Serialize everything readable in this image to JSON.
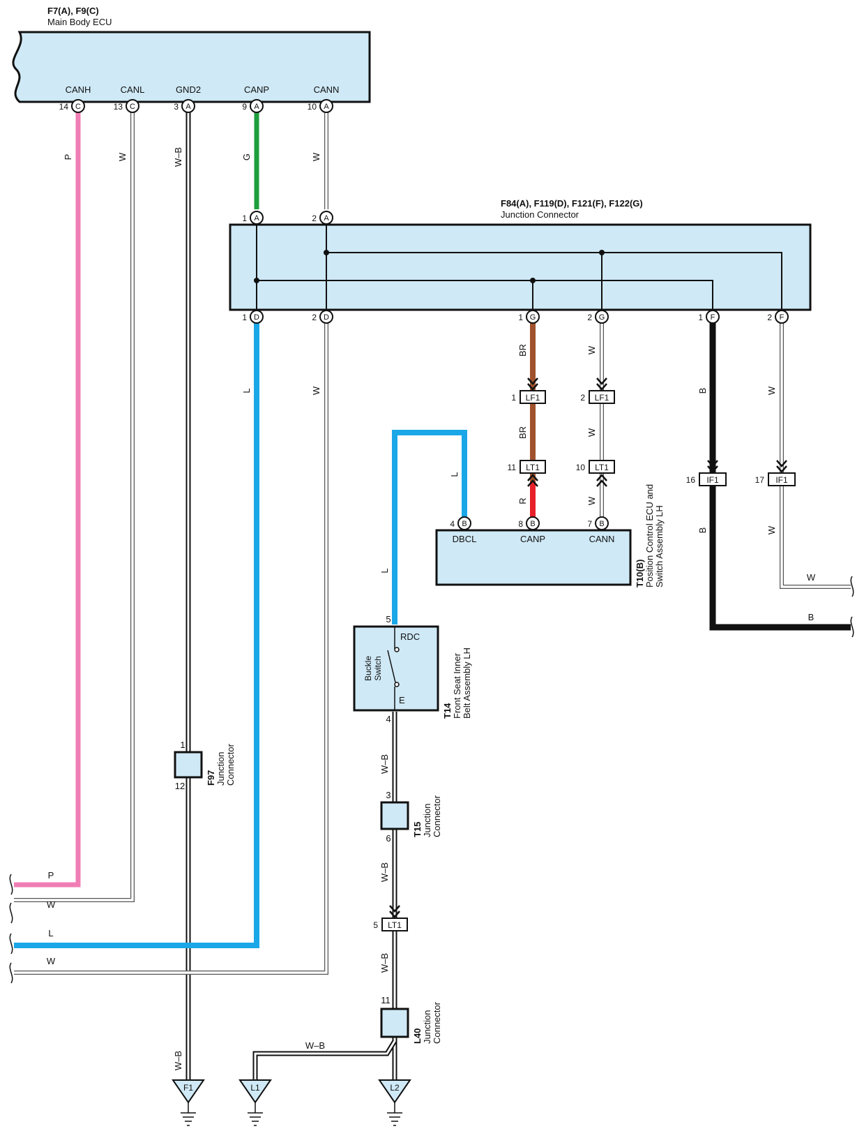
{
  "ecu": {
    "code": "F7(A), F9(C)",
    "name": "Main Body ECU",
    "pins": [
      "CANH",
      "CANL",
      "GND2",
      "CANP",
      "CANN"
    ],
    "pin_numbers": [
      "14",
      "13",
      "3",
      "9",
      "10"
    ],
    "pin_letters": [
      "C",
      "C",
      "A",
      "A",
      "A"
    ]
  },
  "junction": {
    "code": "F84(A), F119(D), F121(F), F122(G)",
    "name": "Junction Connector",
    "top_numbers": [
      "1",
      "2"
    ],
    "top_letters": [
      "A",
      "A"
    ],
    "bottom_numbers": [
      "1",
      "2",
      "1",
      "2",
      "1",
      "2"
    ],
    "bottom_letters": [
      "D",
      "D",
      "G",
      "G",
      "F",
      "F"
    ]
  },
  "wires": {
    "canh": "P",
    "canl": "W",
    "gnd": "W–B",
    "canp": "G",
    "cann": "W",
    "d1": "L",
    "d2": "W",
    "g1": "BR",
    "g1b": "BR",
    "g1c": "R",
    "g2": "W",
    "g2b": "W",
    "g2c": "W",
    "f1": "B",
    "f1b": "B",
    "f2": "W",
    "f2b": "W",
    "b4": "L",
    "b4b": "L",
    "t14_out": "W–B",
    "t15_out": "W–B",
    "lt1_out": "W–B",
    "f97_out": "W–B",
    "l1_link": "W–B",
    "right_w": "W",
    "right_b": "B",
    "left_p": "P",
    "left_w1": "W",
    "left_l": "L",
    "left_w2": "W"
  },
  "inline_connectors": {
    "lf1_1": {
      "num": "1",
      "name": "LF1"
    },
    "lf1_2": {
      "num": "2",
      "name": "LF1"
    },
    "lt1_11": {
      "num": "11",
      "name": "LT1"
    },
    "lt1_10": {
      "num": "10",
      "name": "LT1"
    },
    "if1_16": {
      "num": "16",
      "name": "IF1"
    },
    "if1_17": {
      "num": "17",
      "name": "IF1"
    },
    "lt1_5": {
      "num": "5",
      "name": "LT1"
    }
  },
  "t10": {
    "code": "T10(B)",
    "name_line1": "Position Control ECU and",
    "name_line2": "Switch Assembly LH",
    "pins": [
      "DBCL",
      "CANP",
      "CANN"
    ],
    "pin_numbers": [
      "4",
      "8",
      "7"
    ],
    "pin_letters": [
      "B",
      "B",
      "B"
    ]
  },
  "t14": {
    "code": "T14",
    "name_line1": "Front Seat Inner",
    "name_line2": "Belt Assembly LH",
    "pin_top": "5",
    "pin_bottom": "4",
    "label_rdc": "RDC",
    "label_e": "E",
    "switch_line1": "Buckle",
    "switch_line2": "Switch"
  },
  "f97": {
    "code": "F97",
    "line1": "Junction",
    "line2": "Connector",
    "pin_top": "1",
    "pin_bottom": "12"
  },
  "t15": {
    "code": "T15",
    "line1": "Junction",
    "line2": "Connector",
    "pin_top": "3",
    "pin_bottom": "6"
  },
  "l40": {
    "code": "L40",
    "line1": "Junction",
    "line2": "Connector",
    "pin_top": "11"
  },
  "grounds": [
    "F1",
    "L1",
    "L2"
  ],
  "colors": {
    "pink": "#f07db4",
    "green": "#1e9e3c",
    "blue": "#1aa7e8",
    "brown": "#a0522d",
    "red": "#e8202a",
    "black": "#111111",
    "white_wire": "#c8c8c8",
    "box_fill": "#cfe9f6"
  }
}
